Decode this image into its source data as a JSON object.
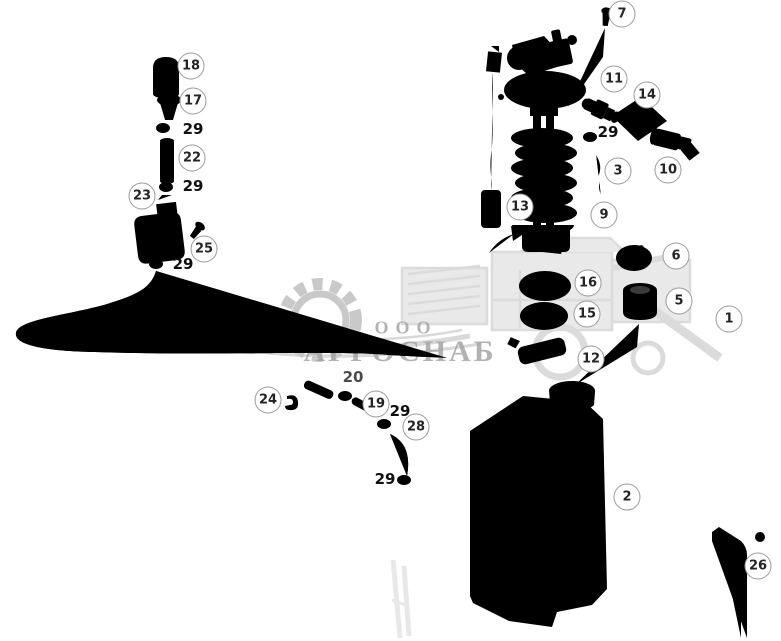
{
  "diagram": {
    "line_color": "#1a1a1a",
    "balloon_border_color": "#9b9b9b",
    "watermark_color": "#a5a5a5"
  },
  "watermark": {
    "org_prefix": "ООО",
    "org_name": "АГРОСНАБ"
  },
  "callouts": {
    "1": "1",
    "2": "2",
    "3": "3",
    "5": "5",
    "6": "6",
    "7": "7",
    "9": "9",
    "10": "10",
    "11": "11",
    "12": "12",
    "13": "13",
    "14": "14",
    "15": "15",
    "16": "16",
    "17": "17",
    "18": "18",
    "19": "19",
    "20": "20",
    "22": "22",
    "23": "23",
    "24": "24",
    "25": "25",
    "26": "26",
    "28": "28",
    "29": "29"
  }
}
